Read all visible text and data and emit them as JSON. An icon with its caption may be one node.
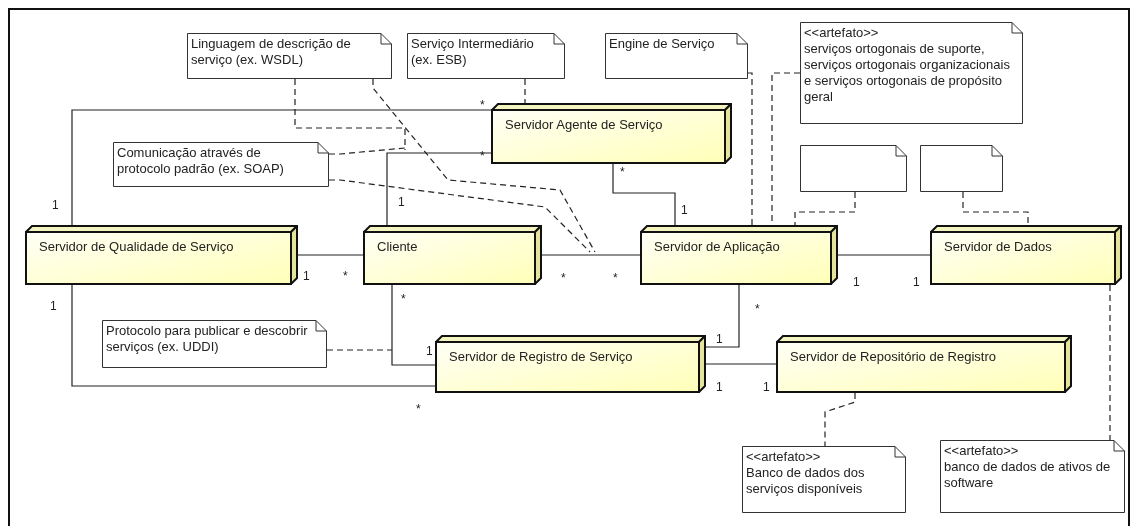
{
  "diagram": {
    "nodes": [
      {
        "text": [
          "Linguagem de descrição de serviço (ex. WSDL)"
        ]
      },
      {
        "text": [
          "Serviço Intermediário (ex. ESB)"
        ]
      },
      {
        "text": [
          "Engine de Serviço"
        ]
      },
      {
        "text": [
          "<<artefato>>",
          "serviços ortogonais de suporte, serviços ortogonais organizacionais e serviços ortogonais de propósito geral"
        ]
      },
      {
        "text": [
          "Servidor Agente de Serviço"
        ]
      },
      {
        "text": [
          "Comunicação através de protocolo padrão (ex. SOAP)"
        ]
      },
      {
        "text": [],
        "shape": "box"
      },
      {
        "text": [],
        "shape": "box"
      },
      {
        "text": [
          "Servidor de Qualidade de Serviço"
        ]
      },
      {
        "text": [
          "Cliente"
        ]
      },
      {
        "text": [
          "Servidor de Aplicação"
        ]
      },
      {
        "text": [
          "Servidor de Dados"
        ]
      },
      {
        "text": [
          "Protocolo para publicar e descobrir serviços (ex. UDDI)"
        ]
      },
      {
        "text": [
          "Servidor de Registro de Serviço"
        ]
      },
      {
        "text": [
          "Servidor de Repositório de Registro"
        ]
      },
      {
        "text": [
          "<<artefato>>",
          "Banco de dados dos serviços disponíveis"
        ]
      },
      {
        "text": [
          "<<artefato>>",
          "banco de dados de ativos de software"
        ]
      }
    ],
    "edges": [
      {
        "from": 8,
        "to": 4,
        "arrow": "none"
      },
      {
        "from": 9,
        "to": 4,
        "arrow": "none"
      },
      {
        "from": 4,
        "to": 10,
        "arrow": "none"
      },
      {
        "from": 8,
        "to": 9,
        "arrow": "none"
      },
      {
        "from": 9,
        "to": 10,
        "arrow": "none"
      },
      {
        "from": 10,
        "to": 11,
        "arrow": "none"
      },
      {
        "from": 9,
        "to": 13,
        "arrow": "none"
      },
      {
        "from": 10,
        "to": 13,
        "arrow": "none"
      },
      {
        "from": 8,
        "to": 13,
        "arrow": "none"
      },
      {
        "from": 13,
        "to": 14,
        "arrow": "none"
      },
      {
        "from": 0,
        "to": null,
        "arrow": "none",
        "style": "dashed"
      },
      {
        "from": 0,
        "to": null,
        "arrow": "none",
        "style": "dashed"
      },
      {
        "from": 1,
        "to": 4,
        "arrow": "none",
        "style": "dashed"
      },
      {
        "from": 5,
        "to": null,
        "arrow": "none",
        "style": "dashed"
      },
      {
        "from": 5,
        "to": null,
        "arrow": "none",
        "style": "dashed"
      },
      {
        "from": 2,
        "to": 10,
        "arrow": "none",
        "style": "dashed"
      },
      {
        "from": 3,
        "to": 10,
        "arrow": "none",
        "style": "dashed"
      },
      {
        "from": 6,
        "to": 10,
        "arrow": "none",
        "style": "dashed"
      },
      {
        "from": 7,
        "to": 11,
        "arrow": "none",
        "style": "dashed"
      },
      {
        "from": 12,
        "to": null,
        "arrow": "none",
        "style": "dashed"
      },
      {
        "from": 14,
        "to": 15,
        "arrow": "none",
        "style": "dashed"
      },
      {
        "from": 11,
        "to": 16,
        "arrow": "none",
        "style": "dashed"
      }
    ],
    "labels": [
      "*",
      "1",
      "*",
      "1",
      "*",
      "1",
      "1",
      "*",
      "*",
      "*",
      "1",
      "1",
      "*",
      "1",
      "*",
      "1",
      "1",
      "*",
      "1",
      "1"
    ]
  }
}
